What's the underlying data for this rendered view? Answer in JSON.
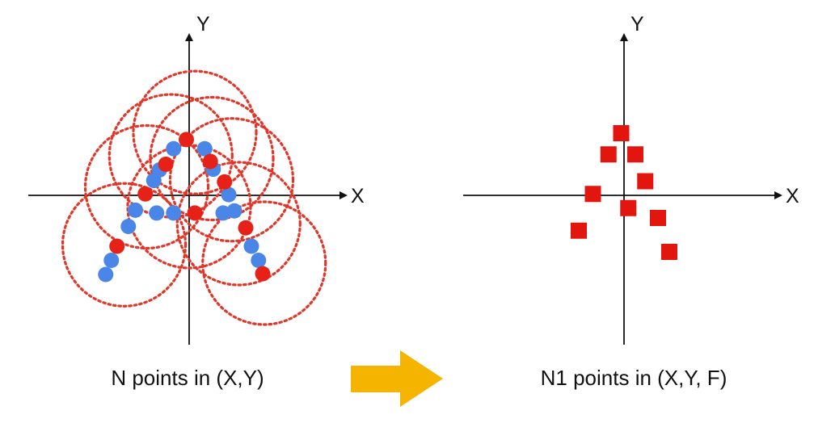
{
  "colors": {
    "axis": "#111111",
    "blue_point": "#4a86e8",
    "red_point": "#e62117",
    "circle": "#e0372a",
    "red_square": "#e3150f",
    "arrow": "#f5b400"
  },
  "left_panel": {
    "x_axis_label": "X",
    "y_axis_label": "Y",
    "caption": "N points in (X,Y)",
    "blue_points": [
      [
        1.1,
        3.3
      ],
      [
        -1.1,
        3.3
      ],
      [
        1.7,
        1.85
      ],
      [
        -2.1,
        1.8
      ],
      [
        -2.5,
        1.05
      ],
      [
        2.8,
        0.05
      ],
      [
        3.2,
        -1.1
      ],
      [
        -3.8,
        -1.05
      ],
      [
        -2.3,
        -1.25
      ],
      [
        -1.1,
        -1.25
      ],
      [
        2.4,
        -1.25
      ],
      [
        -4.3,
        -2.2
      ],
      [
        4.4,
        -3.6
      ],
      [
        4.9,
        -4.6
      ],
      [
        -5.5,
        -4.6
      ],
      [
        -5.9,
        -5.6
      ]
    ],
    "red_points": [
      [
        -0.2,
        3.95
      ],
      [
        1.5,
        2.4
      ],
      [
        -1.65,
        2.2
      ],
      [
        2.5,
        0.95
      ],
      [
        -3.1,
        0.1
      ],
      [
        0.4,
        -1.25
      ],
      [
        4.0,
        -2.3
      ],
      [
        -5.1,
        -3.6
      ],
      [
        5.2,
        -5.55
      ]
    ],
    "circles": [
      [
        0.4,
        4.45
      ],
      [
        -1.3,
        2.8
      ],
      [
        1.6,
        2.6
      ],
      [
        3.0,
        1.1
      ],
      [
        -3.0,
        0.6
      ],
      [
        0.0,
        -0.8
      ],
      [
        3.5,
        -2.0
      ],
      [
        -4.6,
        -3.5
      ],
      [
        5.3,
        -4.8
      ]
    ]
  },
  "right_panel": {
    "x_axis_label": "X",
    "y_axis_label": "Y",
    "caption": "N1 points in (X,Y, F)",
    "squares": [
      [
        -0.2,
        4.4
      ],
      [
        -1.1,
        2.9
      ],
      [
        0.8,
        2.9
      ],
      [
        1.5,
        1.0
      ],
      [
        -2.2,
        0.1
      ],
      [
        0.3,
        -0.9
      ],
      [
        2.4,
        -1.6
      ],
      [
        -3.2,
        -2.5
      ],
      [
        3.2,
        -4.0
      ]
    ]
  }
}
